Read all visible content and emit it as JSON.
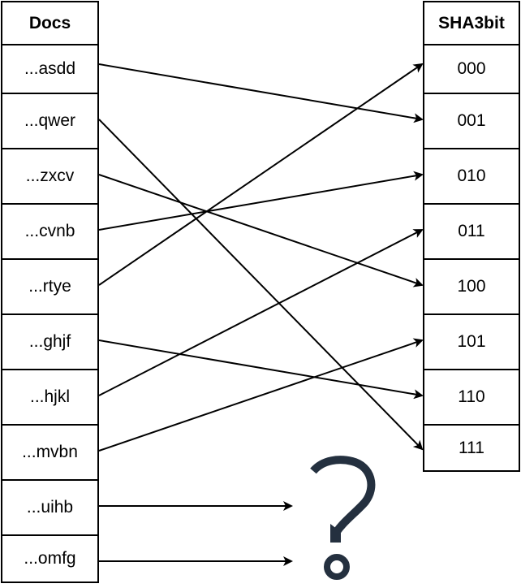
{
  "docs": {
    "header": "Docs",
    "rows": [
      "...asdd",
      "...qwer",
      "...zxcv",
      "...cvnb",
      "...rtye",
      "...ghjf",
      "...hjkl",
      "...mvbn",
      "...uihb",
      "...omfg"
    ]
  },
  "hashes": {
    "header": "SHA3bit",
    "rows": [
      "000",
      "001",
      "010",
      "011",
      "100",
      "101",
      "110",
      "111"
    ]
  },
  "mapping": [
    {
      "doc": "...asdd",
      "hash": "001"
    },
    {
      "doc": "...qwer",
      "hash": "111"
    },
    {
      "doc": "...zxcv",
      "hash": "100"
    },
    {
      "doc": "...cvnb",
      "hash": "010"
    },
    {
      "doc": "...rtye",
      "hash": "000"
    },
    {
      "doc": "...ghjf",
      "hash": "110"
    },
    {
      "doc": "...hjkl",
      "hash": "011"
    },
    {
      "doc": "...mvbn",
      "hash": "101"
    },
    {
      "doc": "...uihb",
      "hash": null
    },
    {
      "doc": "...omfg",
      "hash": null
    }
  ],
  "unmapped_symbol": "question-mark-icon",
  "colors": {
    "line": "#000000",
    "question": "#24303f"
  }
}
